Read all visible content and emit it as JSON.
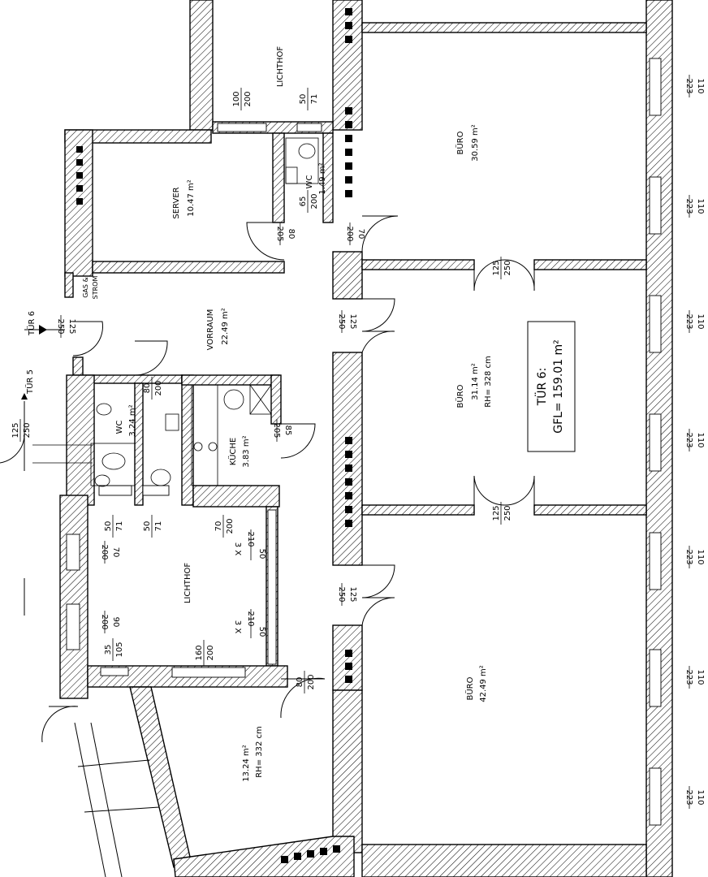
{
  "rooms": {
    "lichthof_top": {
      "name": "LICHTHOF"
    },
    "server": {
      "name": "SERVER",
      "area": "10.47 m²"
    },
    "wc_top": {
      "name": "WC",
      "area": "1.49 m²"
    },
    "buero_1": {
      "name": "BÜRO",
      "area": "30.59 m²"
    },
    "vorraum": {
      "name": "VORRAUM",
      "area": "22.49 m²"
    },
    "buero_2": {
      "name": "BÜRO",
      "area": "31.14 m²",
      "height": "RH= 328 cm"
    },
    "wc_left": {
      "name": "WC",
      "area": "3.24 m²"
    },
    "kueche": {
      "name": "KÜCHE",
      "area": "3.83 m²"
    },
    "lichthof_mid": {
      "name": "LICHTHOF"
    },
    "buero_3": {
      "name": "BÜRO",
      "area": "42.49 m²"
    },
    "room_bottom": {
      "area": "13.24 m²",
      "height": "RH= 332 cm"
    }
  },
  "summary": {
    "door": "TÜR 6:",
    "gfl": "GFL= 159.01 m²"
  },
  "labels": {
    "tuer6": "TÜR 6",
    "tuer5": "TÜR 5",
    "gas": "GAS &",
    "strom": "STROM"
  },
  "dims": {
    "d100_200": [
      "100",
      "200"
    ],
    "d50_71": [
      "50",
      "71"
    ],
    "d65_200": [
      "65",
      "200"
    ],
    "d80_205": [
      "80",
      "205"
    ],
    "d70_200": [
      "70",
      "200"
    ],
    "d125_250": [
      "125",
      "250"
    ],
    "d80_200": [
      "80",
      "200"
    ],
    "d85_205": [
      "85",
      "205"
    ],
    "d3x50_210": [
      "3 X",
      "50",
      "210"
    ],
    "d90_200": [
      "90",
      "200"
    ],
    "d35_105": [
      "35",
      "105"
    ],
    "d160_200": [
      "160",
      "200"
    ],
    "d110_223": [
      "110",
      "223"
    ]
  }
}
